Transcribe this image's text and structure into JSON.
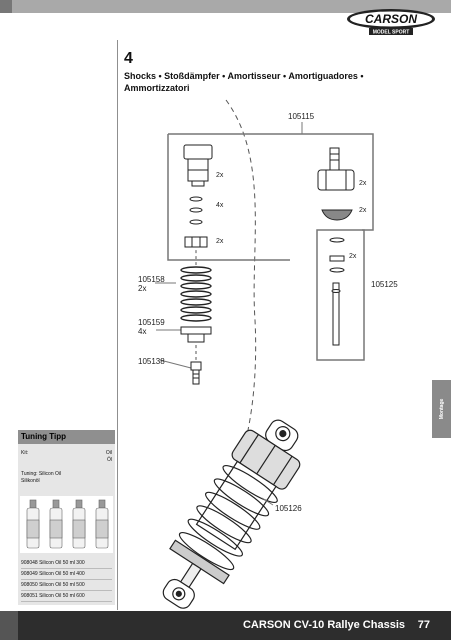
{
  "header": {
    "logo_text": "CARSON",
    "logo_sub": "MODEL SPORT"
  },
  "step": {
    "number": "4",
    "heading": "Shocks • Stoßdämpfer • Amortisseur • Amortiguadores • Ammortizzatori"
  },
  "parts": {
    "p105115": "105115",
    "p105125": "105125",
    "p105158": "105158",
    "p105158_qty": "2x",
    "p105159": "105159",
    "p105159_qty": "4x",
    "p105138": "105138",
    "p105126": "105126"
  },
  "quantities": {
    "q1": "2x",
    "q2": "4x",
    "q3": "2x",
    "q4": "2x",
    "q5": "2x",
    "q6": "2x"
  },
  "side_tab": {
    "label": "Montage"
  },
  "tuning_tipp": {
    "title": "Tuning Tipp",
    "kit_label": "Kit:",
    "kit_value_1": "Oil",
    "kit_value_2": "Öl",
    "tuning_label_1": "Tuning: Silicon Oil",
    "tuning_label_2": "Silikonöl",
    "oils": [
      "908048 Silicon Oil 50 ml 300",
      "908049 Silicon Oil 50 ml 400",
      "908050 Silicon Oil 50 ml 500",
      "908051 Silicon Oil 50 ml 600"
    ]
  },
  "footer": {
    "title": "CARSON CV-10 Rallye Chassis",
    "page": "77"
  }
}
